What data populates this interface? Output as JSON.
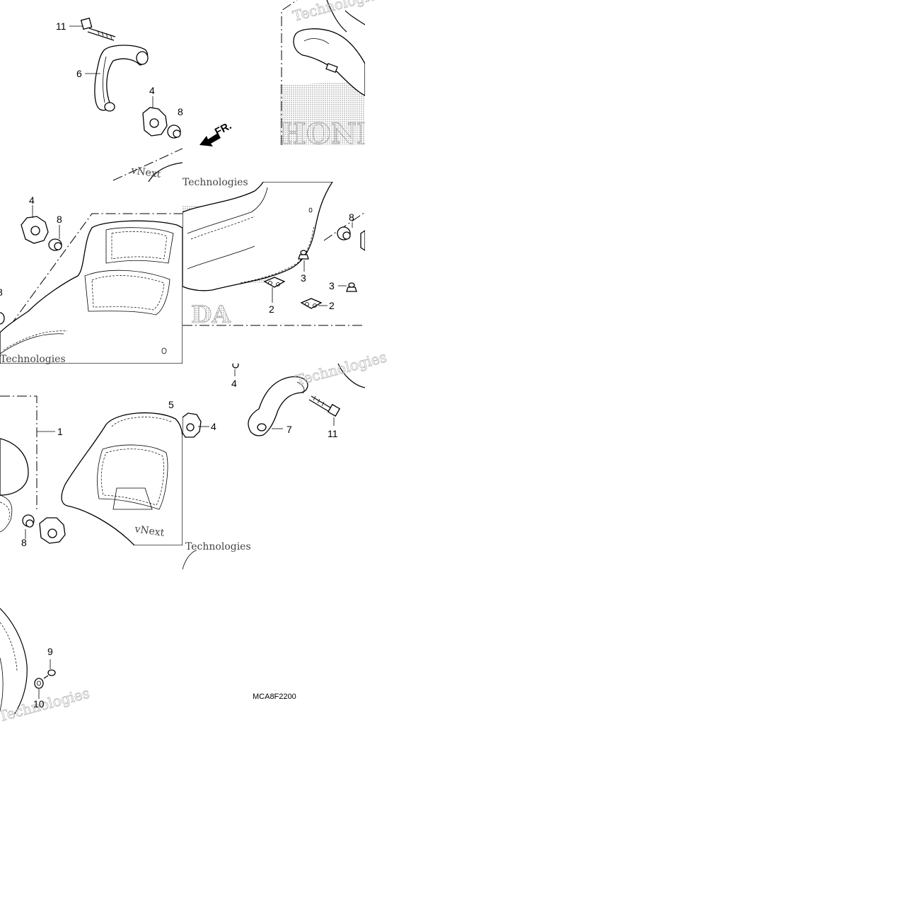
{
  "diagram": {
    "reference_code": "MCA8F2200",
    "direction_label": "FR.",
    "brand_text": "HONDA",
    "watermark_line1": "vNext",
    "watermark_line2": "Technologies",
    "callouts": {
      "c1": "1",
      "c2a": "2",
      "c2b": "2",
      "c3a": "3",
      "c3b": "3",
      "c4a": "4",
      "c4b": "4",
      "c4c": "4",
      "c4d": "4",
      "c5": "5",
      "c6": "6",
      "c7": "7",
      "c8a": "8",
      "c8b": "8",
      "c8c": "8",
      "c8d": "8",
      "c8e": "8",
      "c9": "9",
      "c10": "10",
      "c11a": "11",
      "c11b": "11"
    }
  }
}
